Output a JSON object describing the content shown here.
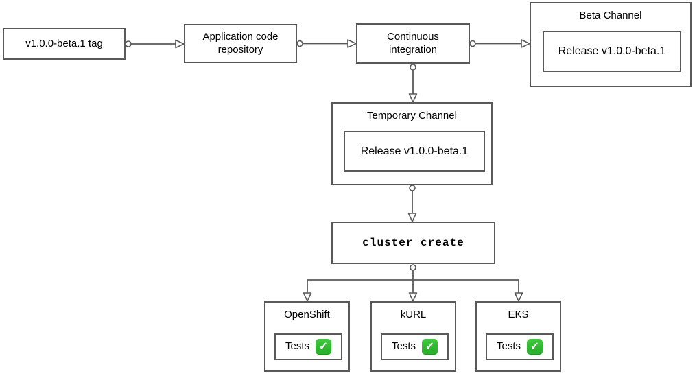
{
  "diagram": {
    "nodes": {
      "tag": {
        "label": "v1.0.0-beta.1 tag"
      },
      "repository": {
        "label": "Application code repository"
      },
      "ci": {
        "label": "Continuous integration"
      },
      "beta_channel": {
        "title": "Beta Channel",
        "release_label": "Release v1.0.0-beta.1"
      },
      "temporary_channel": {
        "title": "Temporary Channel",
        "release_label": "Release v1.0.0-beta.1"
      },
      "cluster_create": {
        "label": "cluster create"
      },
      "openshift": {
        "title": "OpenShift",
        "tests_label": "Tests",
        "check_glyph": "✓"
      },
      "kurl": {
        "title": "kURL",
        "tests_label": "Tests",
        "check_glyph": "✓"
      },
      "eks": {
        "title": "EKS",
        "tests_label": "Tests",
        "check_glyph": "✓"
      }
    },
    "icons": {
      "status": "check-mark-icon"
    },
    "colors": {
      "stroke": "#595959",
      "background": "#ffffff",
      "text": "#000000",
      "check_green": "#2db22d",
      "check_white": "#ffffff"
    }
  }
}
